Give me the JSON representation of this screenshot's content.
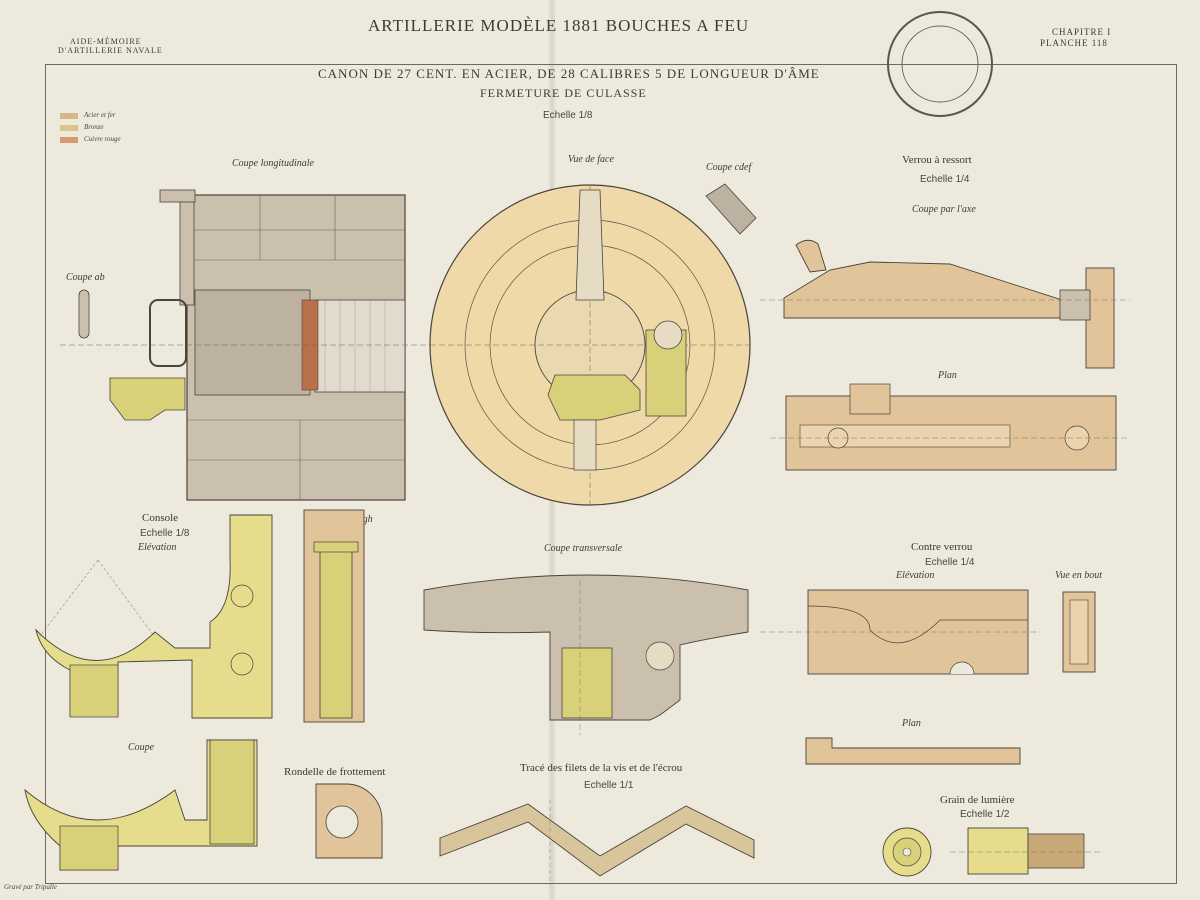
{
  "header": {
    "left_line1": "AIDE-MÉMOIRE",
    "left_line2": "D'ARTILLERIE NAVALE",
    "center": "ARTILLERIE MODÈLE 1881    BOUCHES A FEU",
    "right_line1": "CHAPITRE I",
    "right_line2": "PLANCHE  118"
  },
  "title": {
    "line1": "CANON DE 27 CENT. EN ACIER, DE 28 CALIBRES 5 DE LONGUEUR D'ÂME",
    "line2": "FERMETURE DE CULASSE",
    "scale": "Echelle 1/8"
  },
  "legend": [
    {
      "label": "Acier et fer",
      "color": "#d9b58a"
    },
    {
      "label": "Bronze",
      "color": "#d8c78a"
    },
    {
      "label": "Cuivre rouge",
      "color": "#d79a70"
    }
  ],
  "labels": {
    "coupe_longitudinale": "Coupe longitudinale",
    "coupe_ab": "Coupe ab",
    "vue_de_face": "Vue de face",
    "coupe_cdef": "Coupe cdef",
    "verrou_a_ressort": "Verrou à ressort",
    "verrou_echelle": "Echelle 1/4",
    "coupe_par_axe": "Coupe par l'axe",
    "plan_verrou": "Plan",
    "console": "Console",
    "console_echelle": "Echelle 1/8",
    "console_elevation": "Elévation",
    "coupe_gh": "Coupe gh",
    "coupe_transversale": "Coupe transversale",
    "contre_verrou": "Contre verrou",
    "contre_verrou_echelle": "Echelle 1/4",
    "contre_elevation": "Elévation",
    "vue_en_bout": "Vue en bout",
    "contre_plan": "Plan",
    "coupe_console": "Coupe",
    "rondelle": "Rondelle de frottement",
    "trace_filets": "Tracé des filets de la vis et de l'écrou",
    "trace_echelle": "Echelle 1/1",
    "grain_lumiere": "Grain de lumière",
    "grain_echelle": "Echelle 1/2",
    "engraver": "Gravé par Tripalle"
  },
  "colors": {
    "paper": "#ede9dc",
    "steel": "#cbbfae",
    "bronze": "#d9d07a",
    "bronze_light": "#e5dc8c",
    "copper": "#b8704a",
    "wood": "#e1c49a",
    "face_disc": "#efd9a8",
    "ink": "#4a443c"
  }
}
